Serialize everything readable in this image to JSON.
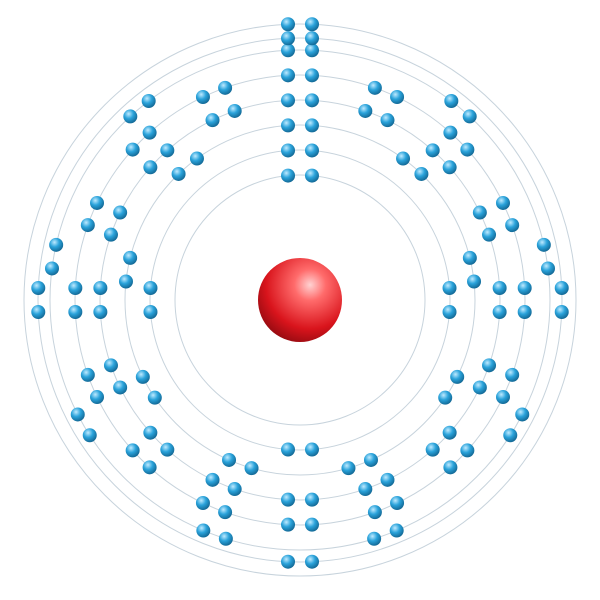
{
  "diagram": {
    "type": "bohr-model",
    "shells": [
      {
        "name": "shell-1",
        "electrons": 2
      },
      {
        "name": "shell-2",
        "electrons": 8
      },
      {
        "name": "shell-3",
        "electrons": 18
      },
      {
        "name": "shell-4",
        "electrons": 32
      },
      {
        "name": "shell-5",
        "electrons": 32
      },
      {
        "name": "shell-6",
        "electrons": 18
      },
      {
        "name": "shell-7",
        "electrons": 8
      },
      {
        "name": "shell-8",
        "electrons": 2
      }
    ],
    "colors": {
      "nucleus": "#d9141c",
      "nucleus_highlight": "#ff8a8a",
      "electron": "#1a8fc6",
      "electron_highlight": "#7fd0f5",
      "orbit": "#c7d3dc"
    }
  }
}
